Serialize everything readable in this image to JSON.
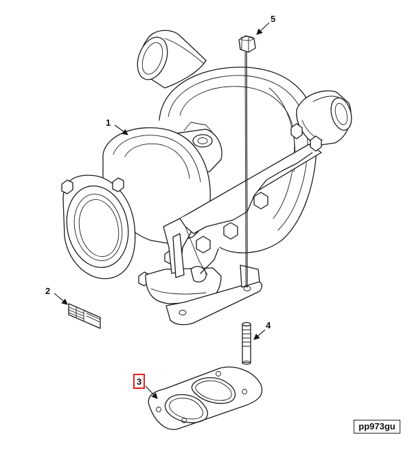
{
  "callouts": {
    "c1": "1",
    "c2": "2",
    "c3": "3",
    "c4": "4",
    "c5": "5"
  },
  "reference_code": "pp973gu",
  "colors": {
    "line": "#1a1a1a",
    "highlight_box": "#e0201b"
  }
}
